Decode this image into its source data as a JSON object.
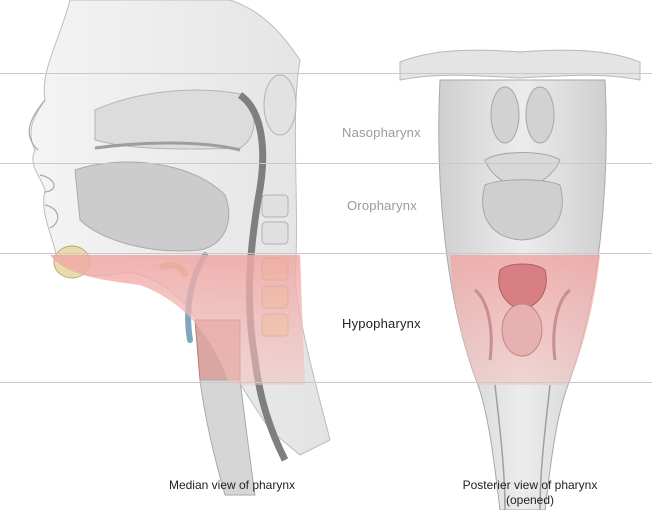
{
  "regions": [
    {
      "label": "Nasopharynx",
      "highlighted": false
    },
    {
      "label": "Oropharynx",
      "highlighted": false
    },
    {
      "label": "Hypopharynx",
      "highlighted": true
    }
  ],
  "captions": {
    "median": "Median view of pharynx",
    "posterior_line1": "Posterier view of pharynx",
    "posterior_line2": "(opened)"
  },
  "colors": {
    "highlight": "#f2b2b0",
    "tissue_gray": "#d4d4d4",
    "bone": "#e8dcaa",
    "label_active": "#222222",
    "label_inactive": "#9a9a9a"
  }
}
